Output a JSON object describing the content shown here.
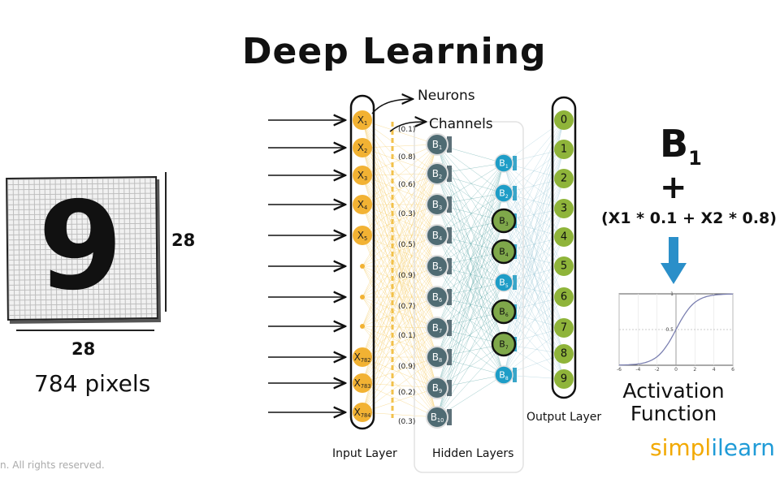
{
  "title": "Deep Learning",
  "image_panel": {
    "digit": "9",
    "height_label": "28",
    "width_label": "28",
    "pixel_count": "784 pixels"
  },
  "input_nodes": [
    "X1",
    "X2",
    "X3",
    "X4",
    "X5",
    "",
    "",
    "",
    "X782",
    "X783",
    "X784"
  ],
  "weights": [
    "(0.1)",
    "(0.8)",
    "(0.6)",
    "(0.3)",
    "(0.5)",
    "(0.9)",
    "(0.7)",
    "(0.1)",
    "(0.9)",
    "(0.2)",
    "(0.3)"
  ],
  "hidden1": [
    "B1",
    "B2",
    "B3",
    "B4",
    "B5",
    "B6",
    "B7",
    "B8",
    "B9",
    "B10"
  ],
  "hidden2": [
    "B1",
    "B2",
    "B3",
    "B4",
    "B5",
    "B6",
    "B7",
    "B8"
  ],
  "outputs": [
    "0",
    "1",
    "2",
    "3",
    "4",
    "5",
    "6",
    "7",
    "8",
    "9"
  ],
  "annotations": {
    "neurons": "Neurons",
    "channels": "Channels"
  },
  "layer_labels": {
    "input": "Input Layer",
    "hidden": "Hidden Layers",
    "output": "Output Layer"
  },
  "formula": {
    "b": "B",
    "b_sub": "1",
    "plus": "+",
    "expr": "(X1 * 0.1 + X2 * 0.8)"
  },
  "activation": {
    "line1": "Activation",
    "line2": "Function",
    "ytick_top": "1",
    "ytick_mid": "0.5",
    "xticks": [
      "-6",
      "-4",
      "-2",
      "0",
      "2",
      "4",
      "6"
    ]
  },
  "brand": {
    "part1": "simpl",
    "part2": "i",
    "part3": "learn"
  },
  "copyright": "n. All rights reserved.",
  "colors": {
    "input_node": "#f2b233",
    "hidden1_node": "#4f6b73",
    "hidden2_node": "#1e9dc7",
    "hidden2_highlight": "#7fa84a",
    "output_node": "#8fb43a",
    "arrow": "#2a8fc9"
  }
}
